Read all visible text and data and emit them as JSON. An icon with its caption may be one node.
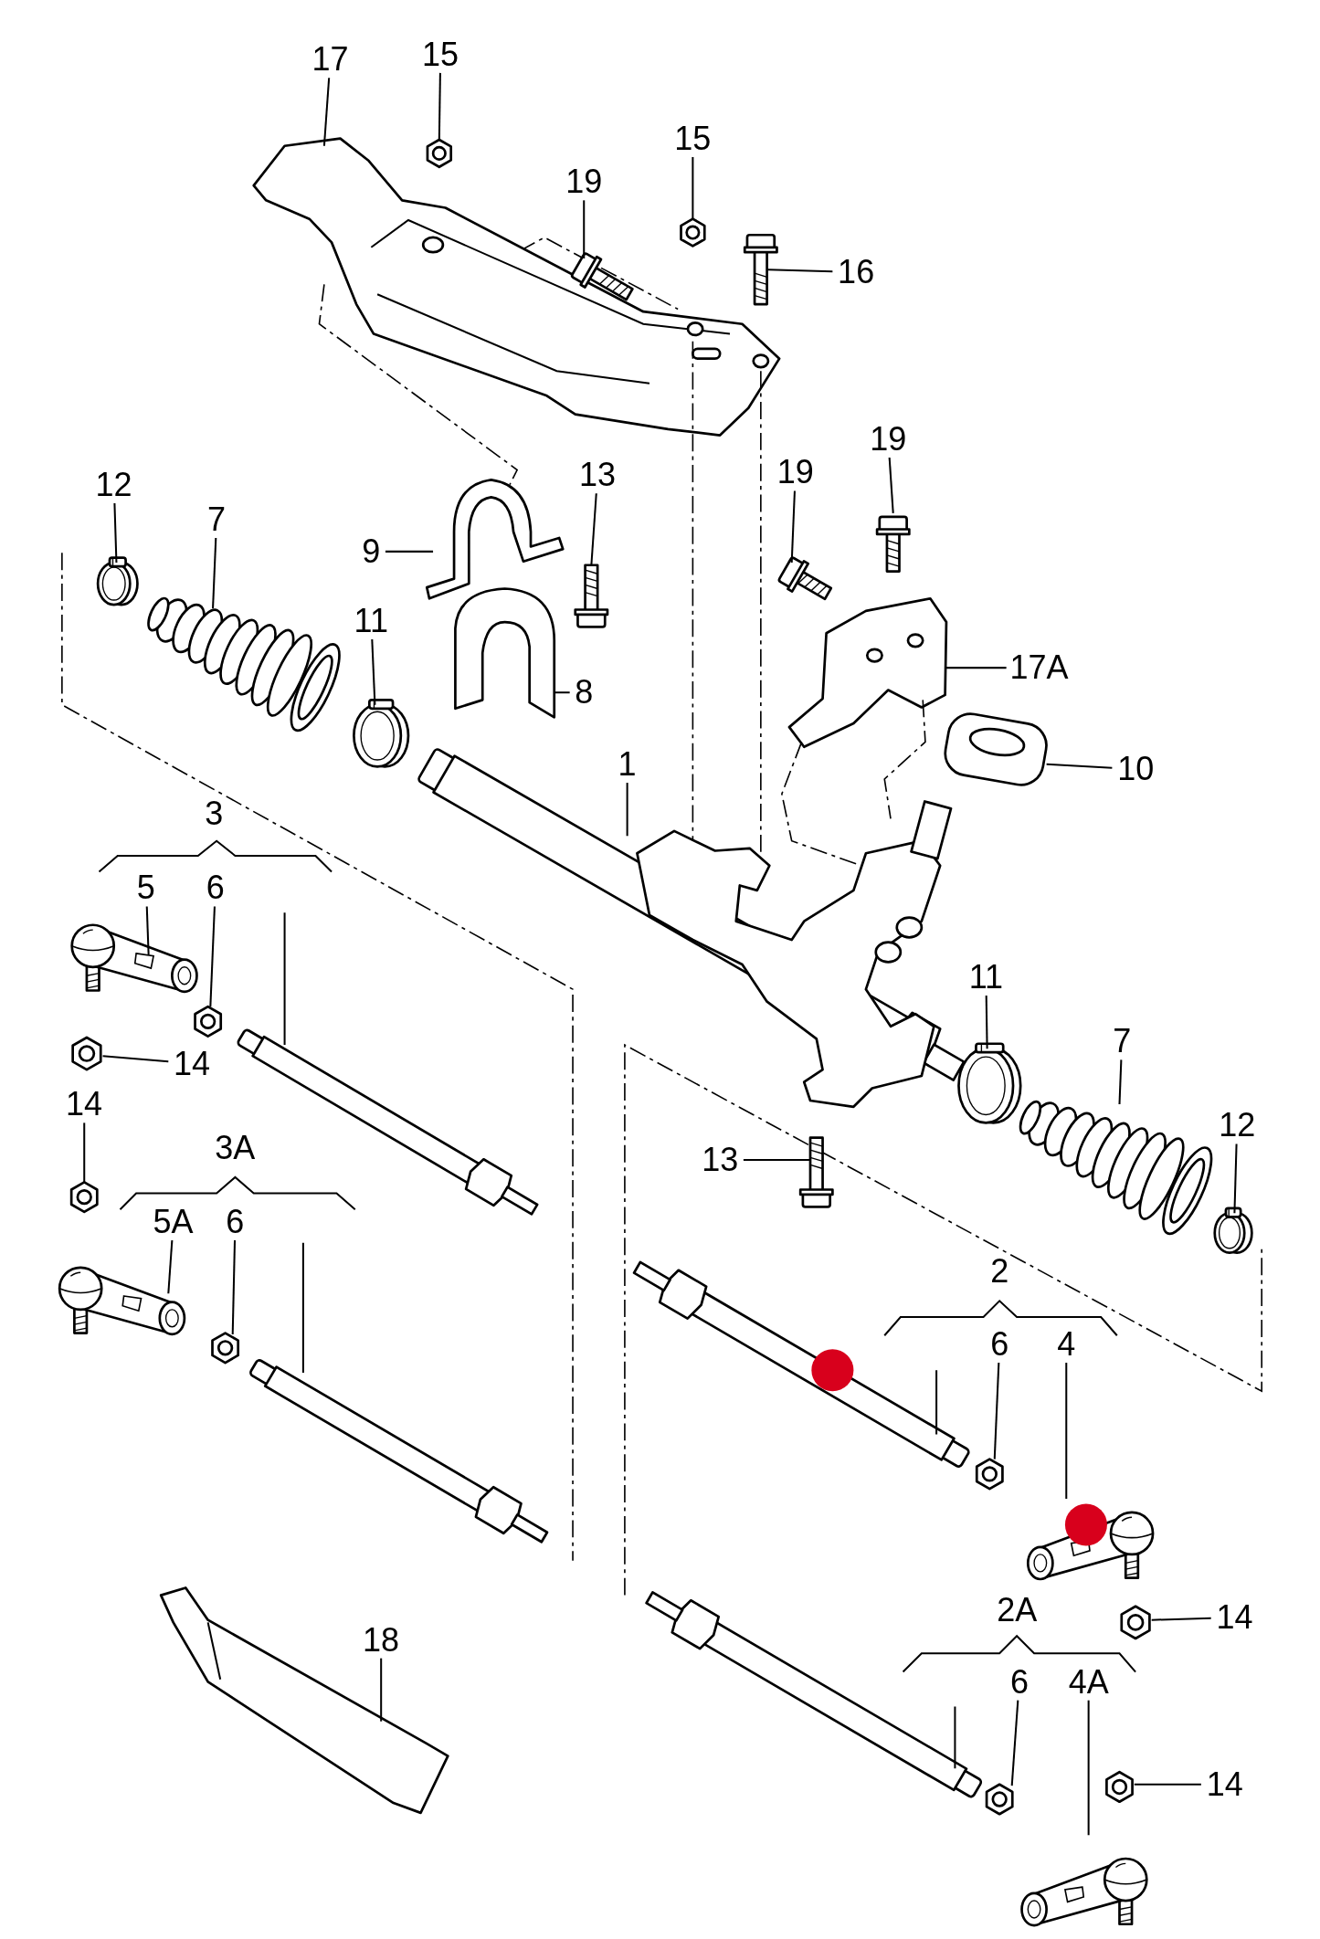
{
  "diagram": {
    "nodes": [
      {
        "text": [
          "17"
        ]
      },
      {
        "text": [
          "15"
        ]
      },
      {
        "text": [
          "15"
        ]
      },
      {
        "text": [
          "19"
        ]
      },
      {
        "text": [
          "16"
        ]
      },
      {
        "text": [
          "12"
        ]
      },
      {
        "text": [
          "7"
        ]
      },
      {
        "text": [
          "13"
        ]
      },
      {
        "text": [
          "19"
        ]
      },
      {
        "text": [
          "19"
        ]
      },
      {
        "text": [
          "9"
        ]
      },
      {
        "text": [
          "11"
        ]
      },
      {
        "text": [
          "8"
        ]
      },
      {
        "text": [
          "17A"
        ]
      },
      {
        "text": [
          "10"
        ]
      },
      {
        "text": [
          "1"
        ]
      },
      {
        "text": [
          "5"
        ]
      },
      {
        "text": [
          "6"
        ]
      },
      {
        "text": [
          "11"
        ]
      },
      {
        "text": [
          "7"
        ]
      },
      {
        "text": [
          "14"
        ]
      },
      {
        "text": [
          "14"
        ]
      },
      {
        "text": [
          "12"
        ]
      },
      {
        "text": [
          "13"
        ]
      },
      {
        "text": [
          "5A"
        ]
      },
      {
        "text": [
          "6"
        ]
      },
      {
        "text": [
          "6"
        ]
      },
      {
        "text": [
          "4"
        ]
      },
      {
        "text": [
          "14"
        ]
      },
      {
        "text": [
          "18"
        ]
      },
      {
        "text": [
          "6"
        ]
      },
      {
        "text": [
          "4A"
        ]
      },
      {
        "text": [
          "14"
        ]
      },
      {
        "text": [],
        "shape": "picture"
      },
      {
        "text": [],
        "shape": "picture"
      },
      {
        "text": [],
        "shape": "picture"
      },
      {
        "text": [],
        "shape": "picture"
      },
      {
        "text": [],
        "shape": "picture"
      },
      {
        "text": [],
        "shape": "picture"
      },
      {
        "text": [],
        "shape": "picture"
      },
      {
        "text": [],
        "shape": "picture"
      },
      {
        "text": [],
        "shape": "picture"
      },
      {
        "text": [],
        "shape": "picture"
      },
      {
        "text": [],
        "shape": "picture"
      },
      {
        "text": [],
        "shape": "picture"
      },
      {
        "text": [],
        "shape": "picture"
      },
      {
        "text": [],
        "shape": "picture"
      },
      {
        "text": [],
        "shape": "picture"
      },
      {
        "text": [],
        "shape": "picture"
      },
      {
        "text": [],
        "shape": "picture"
      },
      {
        "text": [],
        "shape": "picture"
      },
      {
        "text": [],
        "shape": "picture"
      },
      {
        "text": [],
        "shape": "picture"
      },
      {
        "text": [],
        "shape": "picture"
      },
      {
        "text": [],
        "shape": "picture"
      },
      {
        "text": [],
        "shape": "picture"
      },
      {
        "text": [],
        "shape": "picture"
      },
      {
        "text": [],
        "shape": "picture"
      },
      {
        "text": [],
        "shape": "picture"
      },
      {
        "text": [],
        "shape": "picture"
      },
      {
        "text": [],
        "shape": "picture"
      },
      {
        "text": [],
        "shape": "picture"
      },
      {
        "text": [],
        "shape": "picture"
      },
      {
        "text": [],
        "shape": "picture"
      },
      {
        "text": [],
        "shape": "picture"
      },
      {
        "text": [],
        "shape": "picture"
      }
    ],
    "edges": [
      {
        "from": 0,
        "to": 33,
        "arrow": "none"
      },
      {
        "from": 1,
        "to": 34,
        "arrow": "none"
      },
      {
        "from": 2,
        "to": 35,
        "arrow": "none"
      },
      {
        "from": 3,
        "to": 36,
        "arrow": "none"
      },
      {
        "from": 4,
        "to": 37,
        "arrow": "none"
      },
      {
        "from": 5,
        "to": 38,
        "arrow": "none"
      },
      {
        "from": 6,
        "to": 39,
        "arrow": "none"
      },
      {
        "from": 7,
        "to": 40,
        "arrow": "none"
      },
      {
        "from": 8,
        "to": 41,
        "arrow": "none"
      },
      {
        "from": 9,
        "to": 42,
        "arrow": "none"
      },
      {
        "from": 10,
        "to": 43,
        "arrow": "none"
      },
      {
        "from": 11,
        "to": 44,
        "arrow": "none"
      },
      {
        "from": 12,
        "to": 45,
        "arrow": "none"
      },
      {
        "from": 13,
        "to": 46,
        "arrow": "none"
      },
      {
        "from": 14,
        "to": 47,
        "arrow": "none"
      },
      {
        "from": 15,
        "to": 48,
        "arrow": "none"
      },
      {
        "from": 16,
        "to": 49,
        "arrow": "none"
      },
      {
        "from": 17,
        "to": 50,
        "arrow": "none"
      },
      {
        "from": 18,
        "to": 51,
        "arrow": "none"
      },
      {
        "from": 19,
        "to": 52,
        "arrow": "none"
      },
      {
        "from": 20,
        "to": 53,
        "arrow": "none"
      },
      {
        "from": 21,
        "to": 54,
        "arrow": "none"
      },
      {
        "from": 22,
        "to": 55,
        "arrow": "none"
      },
      {
        "from": 23,
        "to": 56,
        "arrow": "none"
      },
      {
        "from": 24,
        "to": 57,
        "arrow": "none"
      },
      {
        "from": 25,
        "to": 58,
        "arrow": "none"
      },
      {
        "from": 26,
        "to": 59,
        "arrow": "none"
      },
      {
        "from": 27,
        "to": 60,
        "arrow": "none"
      },
      {
        "from": 28,
        "to": 61,
        "arrow": "none"
      },
      {
        "from": 29,
        "to": 62,
        "arrow": "none"
      },
      {
        "from": 30,
        "to": 63,
        "arrow": "none"
      },
      {
        "from": 31,
        "to": 64,
        "arrow": "none"
      },
      {
        "from": 32,
        "to": 65,
        "arrow": "none"
      },
      {
        "from": 33,
        "to": 48,
        "arrow": "none",
        "style": "dashed"
      },
      {
        "from": 33,
        "to": 48,
        "arrow": "none",
        "style": "dashed"
      },
      {
        "from": 46,
        "to": 48,
        "arrow": "none",
        "style": "dashed"
      },
      {
        "from": 46,
        "to": 48,
        "arrow": "none",
        "style": "dashed"
      },
      {
        "from": 33,
        "to": 43,
        "arrow": "none",
        "style": "dashed"
      }
    ],
    "labels": [
      "3",
      "3A",
      "2",
      "2A"
    ]
  }
}
